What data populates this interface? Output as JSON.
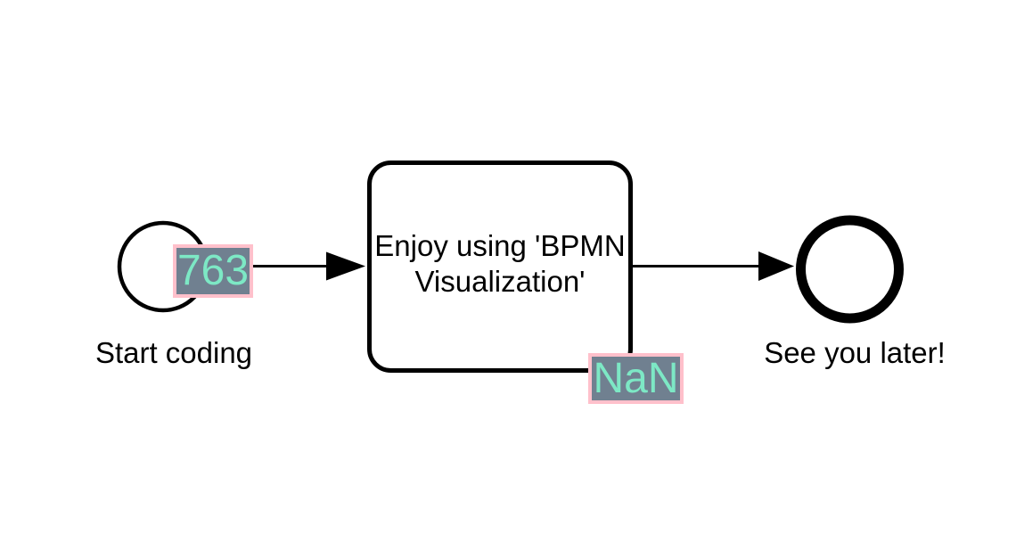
{
  "page": {
    "background": "#ffffff"
  },
  "diagram": {
    "type": "bpmn-process",
    "shape_color": "#000000",
    "nodes": {
      "start_event": {
        "shape": "circle-thin",
        "label": "Start coding"
      },
      "task": {
        "shape": "rounded-rectangle",
        "label": "Enjoy using 'BPMN Visualization'"
      },
      "end_event": {
        "shape": "circle-thick",
        "label": "See you later!"
      }
    },
    "edges": [
      {
        "from": "start_event",
        "to": "task",
        "marker": "filled-arrowhead"
      },
      {
        "from": "task",
        "to": "end_event",
        "marker": "filled-arrowhead"
      }
    ],
    "overlays": [
      {
        "id": "start-event-overlay",
        "text": "763",
        "position": "start-event-right"
      },
      {
        "id": "task-overlay",
        "text": "NaN",
        "position": "task-bottom-right"
      }
    ],
    "overlay_style": {
      "background": "#708090",
      "border": "#FFC0CB",
      "text": "#7DE8C5"
    }
  }
}
